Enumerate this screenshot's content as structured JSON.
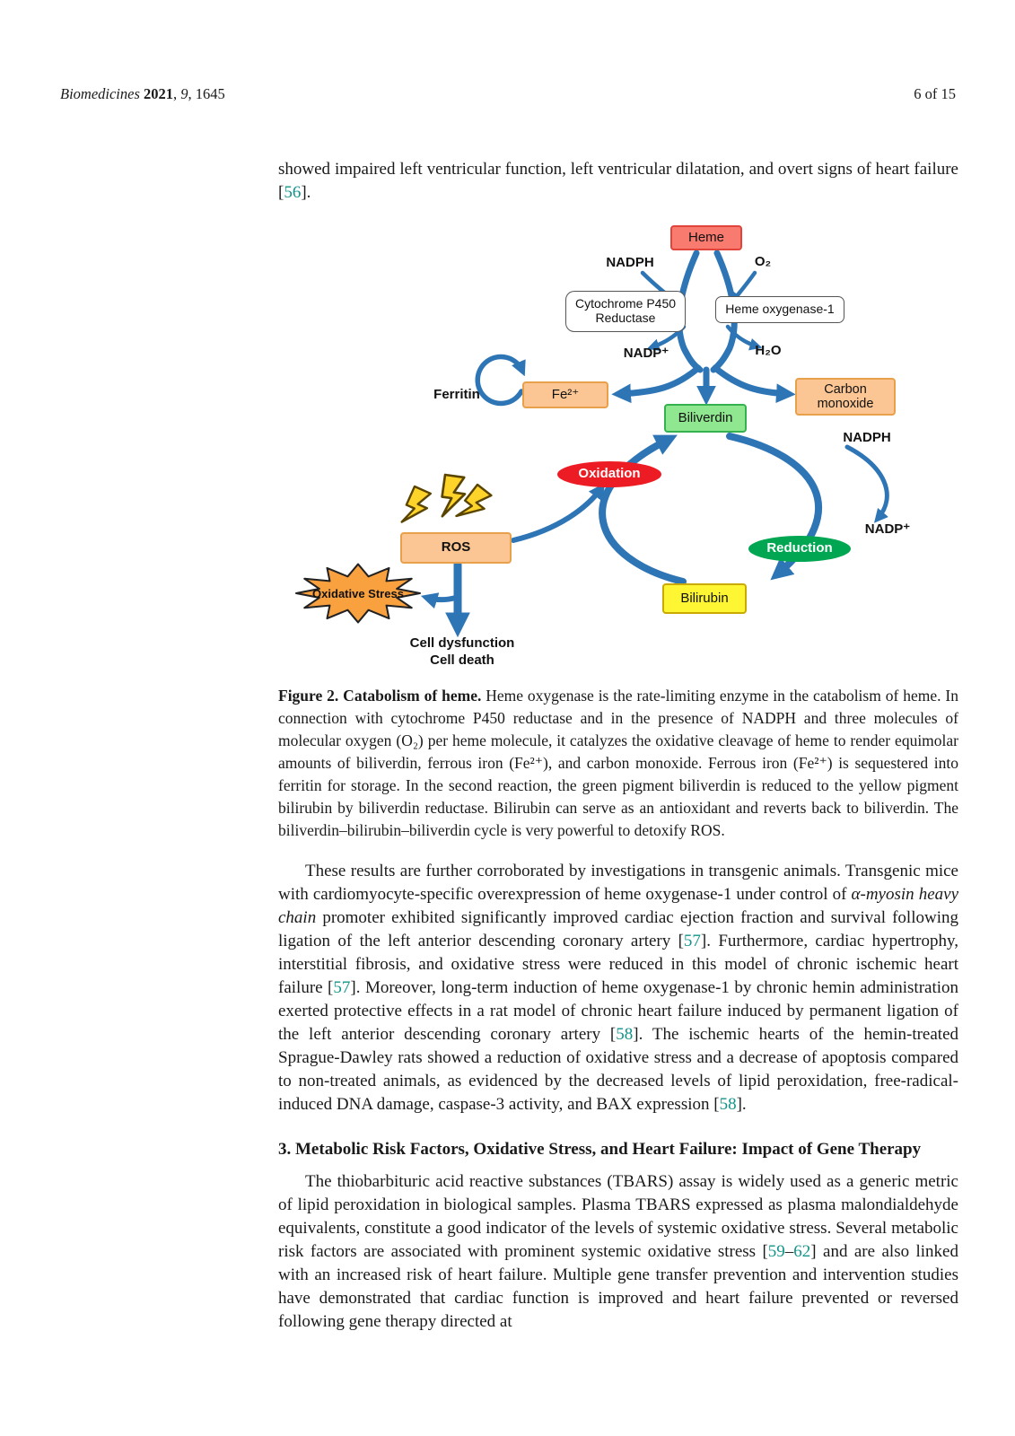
{
  "header": {
    "left_segments": [
      {
        "t": "Biomedicines",
        "s": "i"
      },
      {
        "t": " "
      },
      {
        "t": "2021",
        "s": "b"
      },
      {
        "t": ", "
      },
      {
        "t": "9",
        "s": "i"
      },
      {
        "t": ", 1645"
      }
    ],
    "page_info": "6 of 15"
  },
  "content": {
    "intro_segments": [
      {
        "t": "showed impaired left ventricular function, left ventricular dilatation, and overt signs of heart failure ["
      },
      {
        "t": "56",
        "s": "ref"
      },
      {
        "t": "]."
      }
    ],
    "p1_segments": [
      {
        "t": "These results are further corroborated by investigations in transgenic animals. Transgenic mice with cardiomyocyte-specific overexpression of heme oxygenase-1 under control of "
      },
      {
        "t": "α-myosin heavy chain",
        "s": "i"
      },
      {
        "t": " promoter exhibited significantly improved cardiac ejection fraction and survival following ligation of the left anterior descending coronary artery ["
      },
      {
        "t": "57",
        "s": "ref"
      },
      {
        "t": "]. Furthermore, cardiac hypertrophy, interstitial fibrosis, and oxidative stress were reduced in this model of chronic ischemic heart failure ["
      },
      {
        "t": "57",
        "s": "ref"
      },
      {
        "t": "]. Moreover, long-term induction of heme oxygenase-1 by chronic hemin administration exerted protective effects in a rat model of chronic heart failure induced by permanent ligation of the left anterior descending coronary artery ["
      },
      {
        "t": "58",
        "s": "ref"
      },
      {
        "t": "]. The ischemic hearts of the hemin-treated Sprague-Dawley rats showed a reduction of oxidative stress and a decrease of apoptosis compared to non-treated animals, as evidenced by the decreased levels of lipid peroxidation, free-radical-induced DNA damage, caspase-3 activity, and BAX expression ["
      },
      {
        "t": "58",
        "s": "ref"
      },
      {
        "t": "]."
      }
    ],
    "section_heading": "3. Metabolic Risk Factors, Oxidative Stress, and Heart Failure: Impact of Gene Therapy",
    "p2_segments": [
      {
        "t": "The thiobarbituric acid reactive substances (TBARS) assay is widely used as a generic metric of lipid peroxidation in biological samples. Plasma TBARS expressed as plasma malondialdehyde equivalents, constitute a good indicator of the levels of systemic oxidative stress. Several metabolic risk factors are associated with prominent systemic oxidative stress ["
      },
      {
        "t": "59",
        "s": "ref"
      },
      {
        "t": "–"
      },
      {
        "t": "62",
        "s": "ref"
      },
      {
        "t": "] and are also linked with an increased risk of heart failure. Multiple gene transfer prevention and intervention studies have demonstrated that cardiac function is improved and heart failure prevented or reversed following gene therapy directed at"
      }
    ]
  },
  "figure": {
    "nodes": {
      "heme": "Heme",
      "nadph_in": "NADPH",
      "o2": "O₂",
      "cytochrome": "Cytochrome P450 Reductase",
      "heme_oxygenase": "Heme oxygenase-1",
      "nadp_out": "NADP⁺",
      "h2o": "H₂O",
      "ferritin": "Ferritin",
      "ferrous_iron": "Fe²⁺",
      "carbon_monoxide": "Carbon monoxide",
      "biliverdin": "Biliverdin",
      "nadph_right": "NADPH",
      "oxidation": "Oxidation",
      "ros": "ROS",
      "oxidative_stress": "Oxidative Stress",
      "reduction": "Reduction",
      "nadp_right": "NADP⁺",
      "bilirubin": "Bilirubin",
      "cell_dysfunction": "Cell dysfunction",
      "cell_death": "Cell death"
    },
    "colors": {
      "arrow_blue": "#2E75B6",
      "heme_red": "#F97A6F",
      "orange_box": "#FBC693",
      "green_box": "#8FE78F",
      "yellow_box": "#FFF633",
      "oxidation_red": "#ED1C24",
      "reduction_green": "#00A651",
      "reference_teal": "#12948a"
    },
    "caption_segments": [
      {
        "t": "Figure 2. Catabolism of heme.",
        "s": "b"
      },
      {
        "t": " Heme oxygenase is the rate-limiting enzyme in the catabolism of heme. In connection with cytochrome P450 reductase and in the presence of NADPH and three molecules of molecular oxygen (O₂) per heme molecule, it catalyzes the oxidative cleavage of heme to render equimolar amounts of biliverdin, ferrous iron (Fe²⁺), and carbon monoxide. Ferrous iron (Fe²⁺) is sequestered into ferritin for storage. In the second reaction, the green pigment biliverdin is reduced to the yellow pigment bilirubin by biliverdin reductase. Bilirubin can serve as an antioxidant and reverts back to biliverdin. The biliverdin–bilirubin–biliverdin cycle is very powerful to detoxify ROS."
      }
    ]
  }
}
